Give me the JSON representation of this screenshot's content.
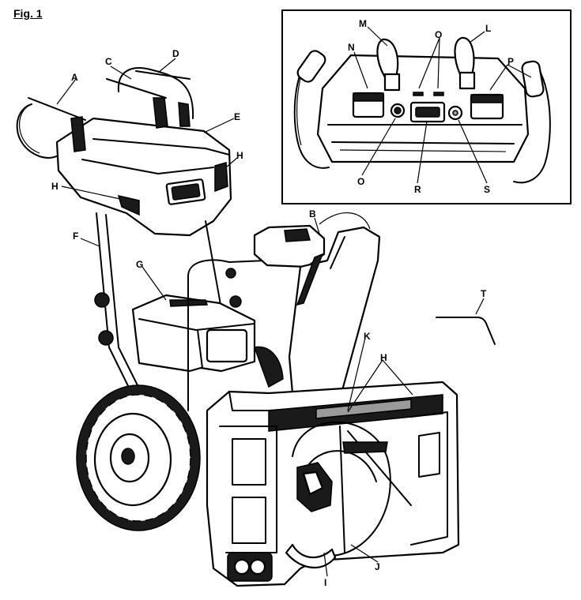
{
  "figure": {
    "title": "Fig. 1"
  },
  "callouts": {
    "A": "A",
    "B": "B",
    "C": "C",
    "D": "D",
    "E": "E",
    "F": "F",
    "G": "G",
    "H": "H",
    "I": "I",
    "J": "J",
    "K": "K",
    "L": "L",
    "M": "M",
    "N": "N",
    "O": "O",
    "P": "P",
    "R": "R",
    "S": "S",
    "T": "T"
  }
}
